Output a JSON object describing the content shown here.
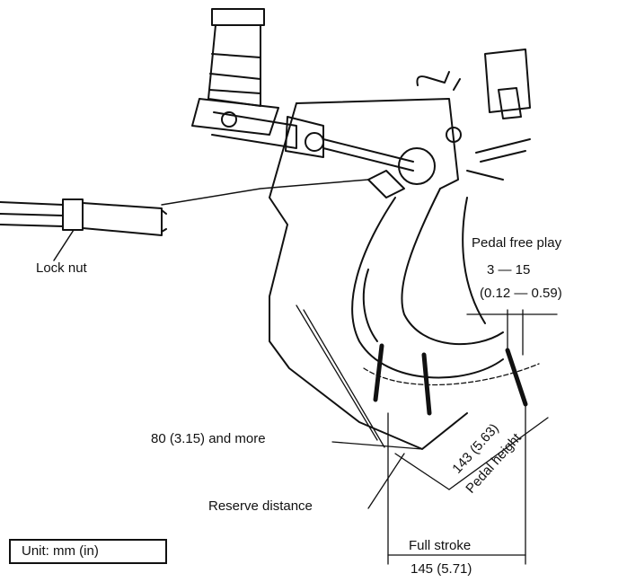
{
  "labels": {
    "lock_nut": "Lock nut",
    "pedal_free_play": "Pedal free play",
    "free_play_mm": "3 — 15",
    "free_play_in": "(0.12 — 0.59)",
    "reserve_min": "80 (3.15) and more",
    "reserve_distance": "Reserve distance",
    "pedal_height_value": "143 (5.63)",
    "pedal_height": "Pedal height",
    "full_stroke": "Full stroke",
    "full_stroke_value": "145 (5.71)"
  },
  "unit": "Unit: mm (in)"
}
